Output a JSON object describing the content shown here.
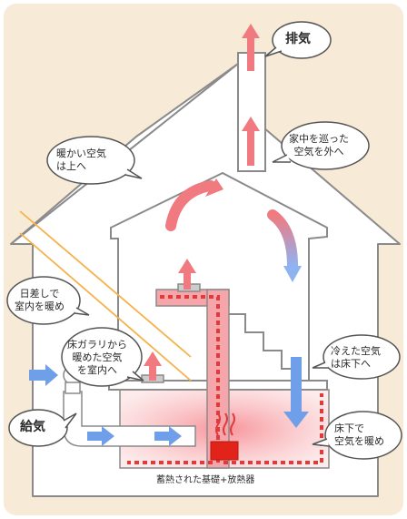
{
  "labels": {
    "exhaust": "排気",
    "exhaust_out_1": "家中を巡った",
    "exhaust_out_2": "空気を外へ",
    "warm_up_1": "暖かい空気",
    "warm_up_2": "は上へ",
    "sun_1": "日差しで",
    "sun_2": "室内を暖め",
    "floor_grille_1": "床ガラリから",
    "floor_grille_2": "暖めた空気",
    "floor_grille_3": "を室内へ",
    "cold_down_1": "冷えた空気",
    "cold_down_2": "は床下へ",
    "supply": "給気",
    "underfloor_1": "床下で",
    "underfloor_2": "空気を暖め",
    "foundation": "蓄熱された基礎+放熱器"
  },
  "colors": {
    "background": "#f7ead6",
    "house_fill": "#ffffff",
    "outline": "#8a8a8a",
    "warm": "#f07a80",
    "cool": "#6f9fe8",
    "duct": "#e03b3b",
    "radiator": "#e2231a",
    "sun_ray": "#f5b24a"
  }
}
